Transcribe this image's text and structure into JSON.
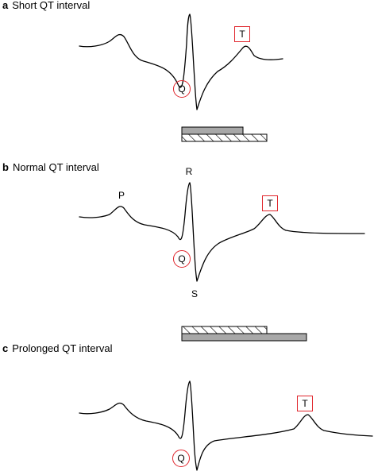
{
  "colors": {
    "trace": "#000000",
    "highlight": "#e0262d",
    "bar_fill": "#a8a8a8",
    "bar_stroke": "#000000"
  },
  "panels": [
    {
      "letter": "a",
      "title": "Short QT interval",
      "q_label": "Q",
      "t_label": "T"
    },
    {
      "letter": "b",
      "title": "Normal QT interval",
      "p_label": "P",
      "r_label": "R",
      "q_label": "Q",
      "s_label": "S",
      "t_label": "T"
    },
    {
      "letter": "c",
      "title": "Prolonged QT interval",
      "q_label": "Q",
      "t_label": "T"
    }
  ]
}
